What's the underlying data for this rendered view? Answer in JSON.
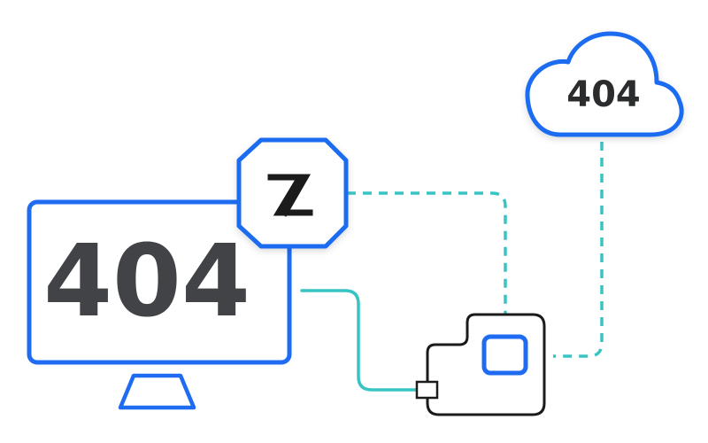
{
  "monitor": {
    "error_code": "404"
  },
  "cloud": {
    "error_code": "404"
  },
  "colors": {
    "primary_blue": "#1f6cf2",
    "teal": "#39c4c4",
    "dark_text": "#414346",
    "outline": "#1b1b1b",
    "background": "#ffffff"
  },
  "icons": {
    "monitor": "monitor-icon",
    "cloud": "cloud-icon",
    "device": "device-icon",
    "logo": "logo-badge"
  }
}
